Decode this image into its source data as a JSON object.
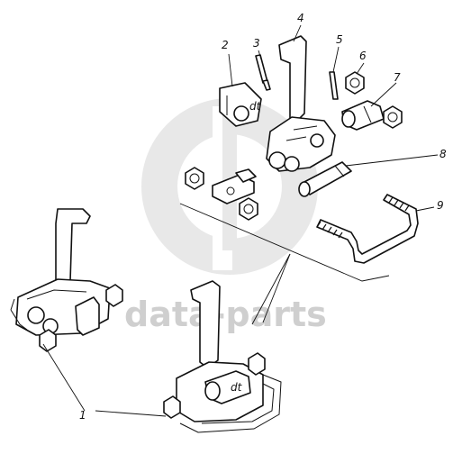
{
  "callouts": [
    "1",
    "2",
    "3",
    "4",
    "5",
    "6",
    "7",
    "8",
    "9"
  ],
  "watermark": {
    "text": "data-parts",
    "color": "#cfcfcf"
  },
  "line_color": "#111111",
  "background": "#ffffff"
}
